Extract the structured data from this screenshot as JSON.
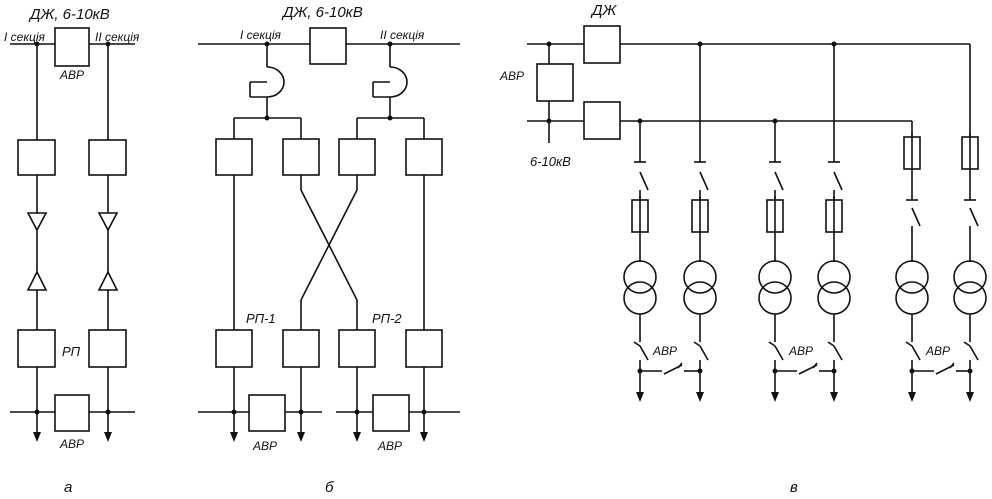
{
  "labels": {
    "a_source": "ДЖ, 6-10кВ",
    "a_sec1": "I секція",
    "a_sec2": "II секція",
    "a_avr_top": "АВР",
    "a_rp": "РП",
    "a_avr_bottom": "АВР",
    "a_caption": "а",
    "b_source": "ДЖ, 6-10кВ",
    "b_sec1": "I секція",
    "b_sec2": "II секція",
    "b_rp1": "РП-1",
    "b_rp2": "РП-2",
    "b_avr1": "АВР",
    "b_avr2": "АВР",
    "b_caption": "б",
    "c_source": "ДЖ",
    "c_avr": "АВР",
    "c_voltage": "6-10кВ",
    "c_avr1": "АВР",
    "c_avr2": "АВР",
    "c_avr3": "АВР",
    "c_caption": "в"
  }
}
